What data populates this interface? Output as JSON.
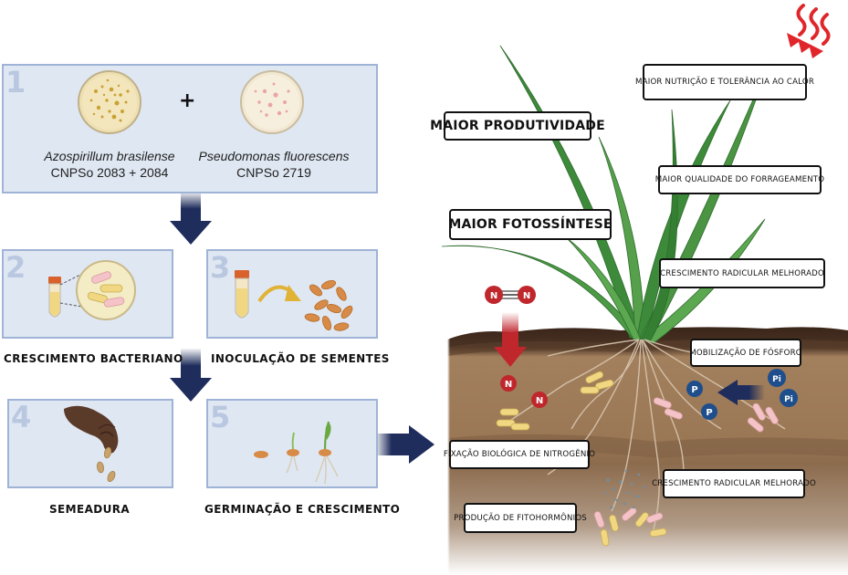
{
  "steps": [
    {
      "number": "1"
    },
    {
      "number": "2",
      "caption": "CRESCIMENTO BACTERIANO"
    },
    {
      "number": "3",
      "caption": "INOCULAÇÃO DE SEMENTES"
    },
    {
      "number": "4",
      "caption": "SEMEADURA"
    },
    {
      "number": "5",
      "caption": "GERMINAÇÃO E CRESCIMENTO"
    }
  ],
  "step1": {
    "plus": "+",
    "organism_a": {
      "name": "Azospirillum brasilense",
      "strain": "CNPSo 2083 + 2084"
    },
    "organism_b": {
      "name": "Pseudomonas fluorescens",
      "strain": "CNPSo 2719"
    }
  },
  "benefits": {
    "productivity": "MAIOR PRODUTIVIDADE",
    "photosynthesis": "MAIOR FOTOSSÍNTESE",
    "nutrition_heat": "MAIOR NUTRIÇÃO E TOLERÂNCIA AO CALOR",
    "forage_quality": "MAIOR QUALIDADE DO FORRAGEAMENTO",
    "root_growth_top": "CRESCIMENTO RADICULAR MELHORADO",
    "phosphorus": "MOBILIZAÇÃO DE FÓSFORO",
    "nitrogen_fixation": "FIXAÇÃO BIOLÓGICA DE NITROGÊNIO",
    "root_growth_bottom": "CRESCIMENTO RADICULAR MELHORADO",
    "phytohormones": "PRODUÇÃO DE FITOHORMÔNIOS"
  },
  "molecules": {
    "n": "N",
    "p": "P",
    "pi": "Pi"
  },
  "colors": {
    "panel_bg": "#dfe7f2",
    "panel_border": "#9fb3d6",
    "arrow": "#1f2d5c",
    "nitrogen_red": "#c0272d",
    "phosphorus_blue": "#1f4e8c",
    "soil_top": "#3d2a1e",
    "soil_mid": "#8a6a4a",
    "leaf_green": "#3d8a3a",
    "heat_red": "#e0262b"
  }
}
